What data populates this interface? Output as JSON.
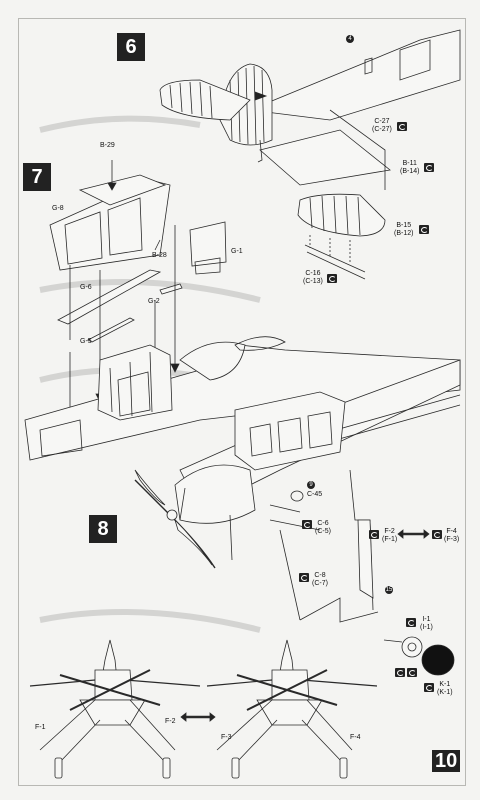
{
  "page_number": "10",
  "steps": {
    "s6": "6",
    "s7": "7",
    "s8": "8"
  },
  "callouts": {
    "c4": "4",
    "c9": "9",
    "c15": "15"
  },
  "parts": {
    "c27": "C-27",
    "c27_alt": "(C-27)",
    "b11": "B-11",
    "b11_alt": "(B-14)",
    "b15": "B-15",
    "b15_alt": "(B-12)",
    "c16": "C-16",
    "c16_alt": "(C-13)",
    "b29": "B-29",
    "g8": "G-8",
    "b28": "B-28",
    "g1": "G-1",
    "g6": "G-6",
    "g2": "G-2",
    "g5": "G-5",
    "c45": "C-45",
    "c6": "C-6",
    "c6_alt": "(C-5)",
    "c8": "C-8",
    "c8_alt": "(C-7)",
    "f2": "F-2",
    "f2_alt": "(F-1)",
    "f4": "F-4",
    "f4_alt": "(F-3)",
    "i1": "I-1",
    "i1_alt": "(I-1)",
    "k1": "K-1",
    "k1_alt": "(K-1)",
    "f1_b": "F-1",
    "f2_b": "F-2",
    "f3_b": "F-3",
    "f4_b": "F-4"
  }
}
